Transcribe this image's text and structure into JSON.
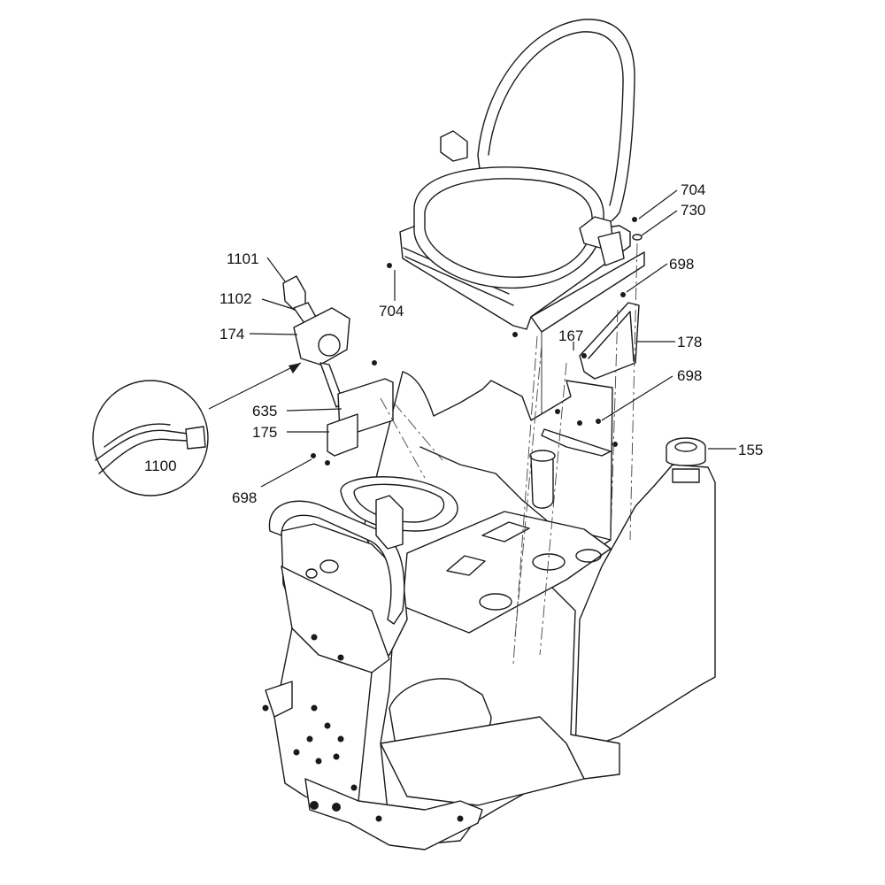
{
  "callouts": {
    "c1101": "1101",
    "c1102": "1102",
    "c174": "174",
    "c635": "635",
    "c175": "175",
    "c698a": "698",
    "c1100": "1100",
    "c704a": "704",
    "c704b": "704",
    "c730": "730",
    "c698b": "698",
    "c167": "167",
    "c178": "178",
    "c698c": "698",
    "c155": "155"
  }
}
